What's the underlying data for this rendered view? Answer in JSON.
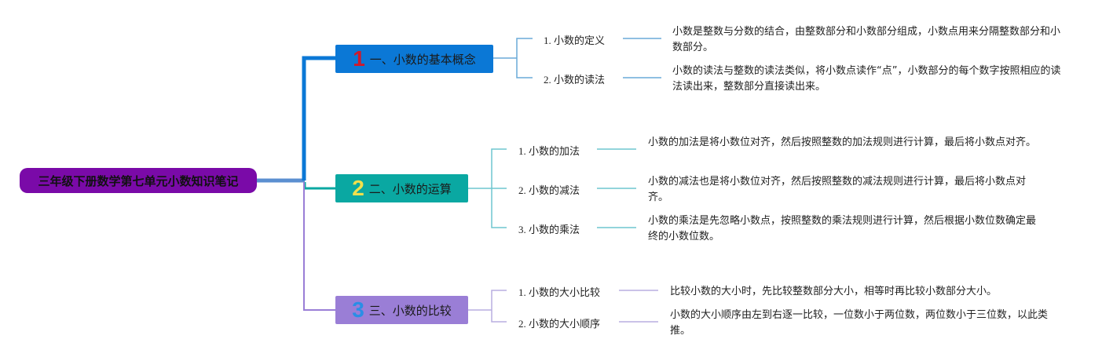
{
  "root": {
    "title": "三年级下册数学第七单元小数知识笔记",
    "color": "#7a0aa8"
  },
  "branches": [
    {
      "number": "1",
      "title": "一、小数的基本概念",
      "color": "#0b78d6",
      "items": [
        {
          "label": "1. 小数的定义",
          "desc": "小数是整数与分数的结合，由整数部分和小数部分组成，小数点用来分隔整数部分和小数部分。"
        },
        {
          "label": "2. 小数的读法",
          "desc": "小数的读法与整数的读法类似，将小数点读作“点”，小数部分的每个数字按照相应的读法读出来，整数部分直接读出来。"
        }
      ]
    },
    {
      "number": "2",
      "title": "二、小数的运算",
      "color": "#0aa8a2",
      "items": [
        {
          "label": "1. 小数的加法",
          "desc": "小数的加法是将小数位对齐，然后按照整数的加法规则进行计算，最后将小数点对齐。"
        },
        {
          "label": "2. 小数的减法",
          "desc": "小数的减法也是将小数位对齐，然后按照整数的减法规则进行计算，最后将小数点对齐。"
        },
        {
          "label": "3. 小数的乘法",
          "desc": "小数的乘法是先忽略小数点，按照整数的乘法规则进行计算，然后根据小数位数确定最终的小数位数。"
        }
      ]
    },
    {
      "number": "3",
      "title": "三、小数的比较",
      "color": "#9a7ed6",
      "items": [
        {
          "label": "1. 小数的大小比较",
          "desc": "比较小数的大小时，先比较整数部分大小，相等时再比较小数部分大小。"
        },
        {
          "label": "2. 小数的大小顺序",
          "desc": "小数的大小顺序由左到右逐一比较，一位数小于两位数，两位数小于三位数，以此类推。"
        }
      ]
    }
  ]
}
